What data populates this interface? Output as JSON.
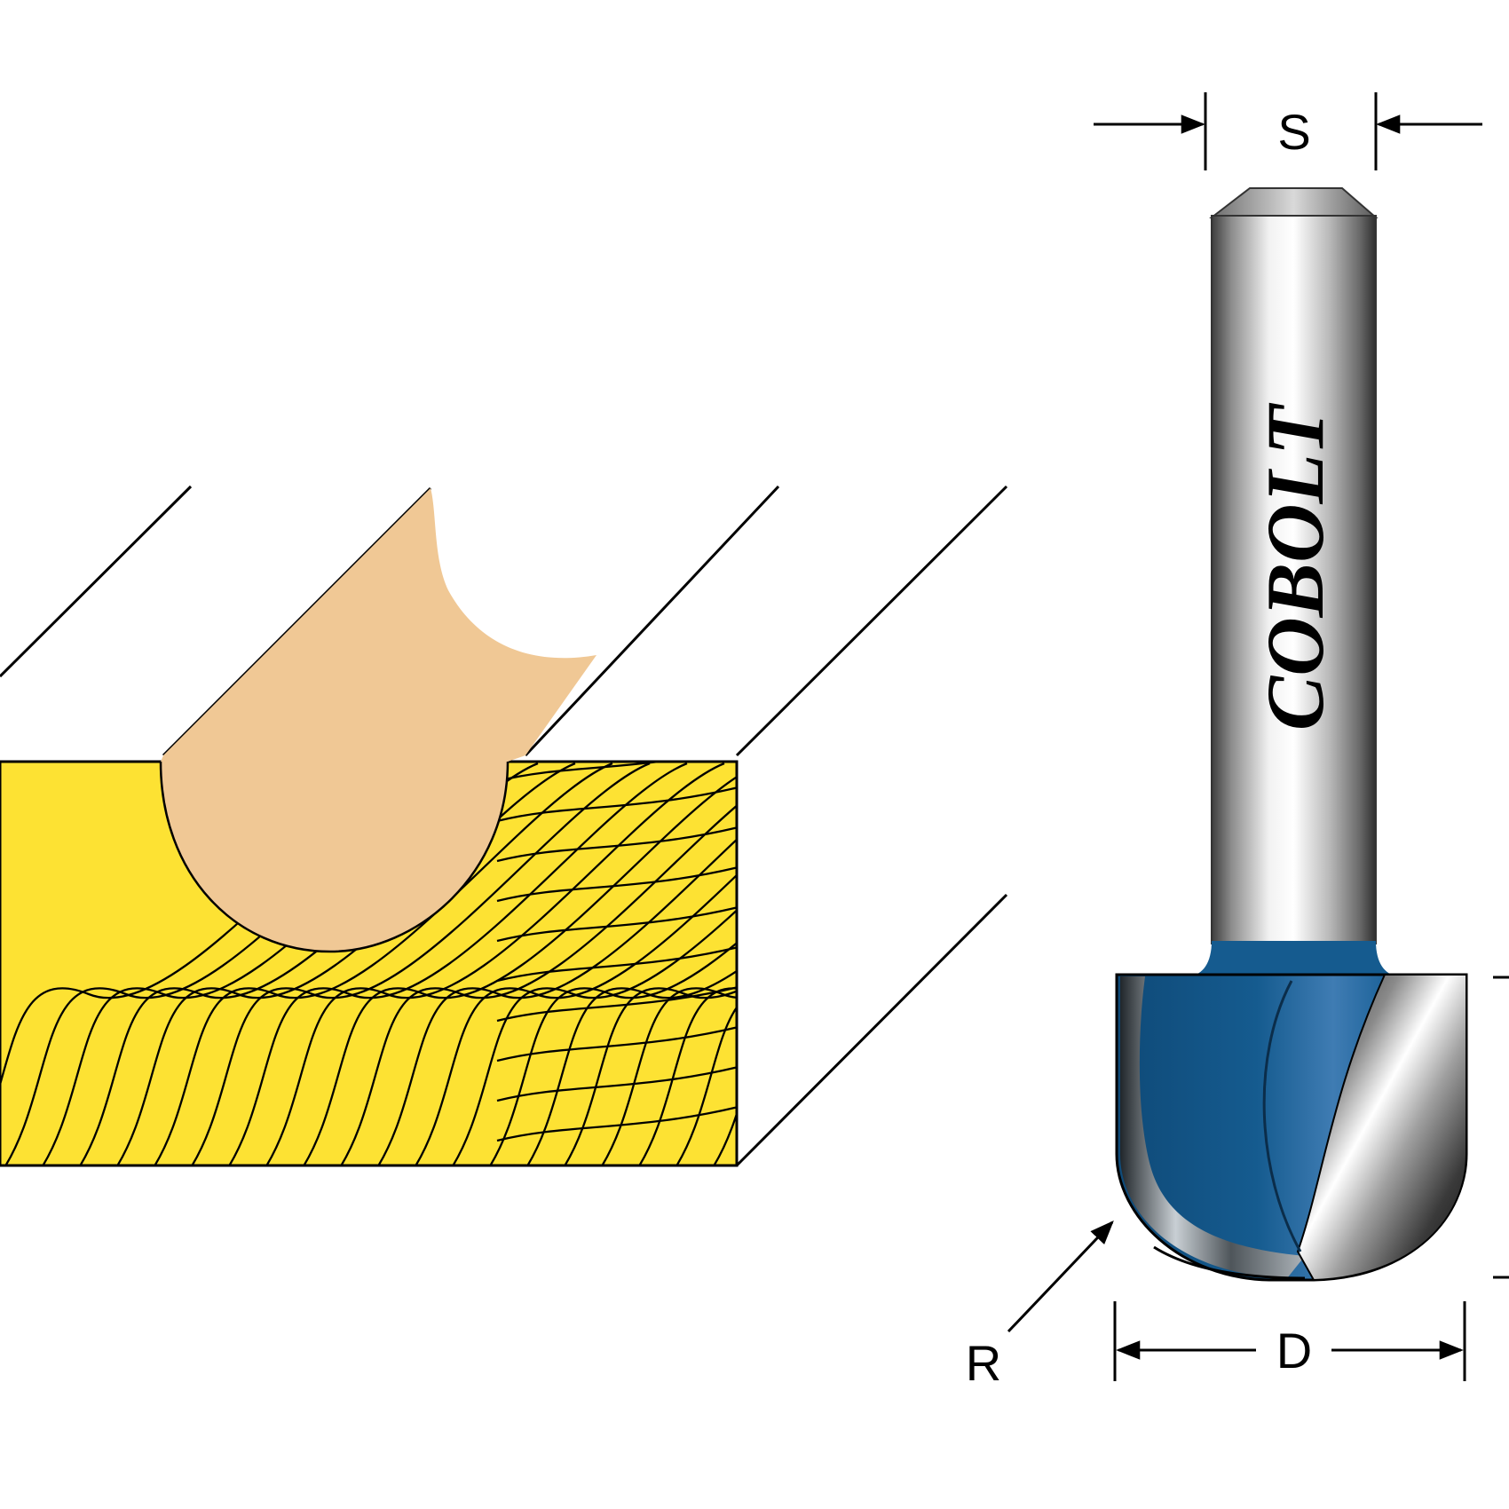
{
  "brand": {
    "name": "COBOLT"
  },
  "dimensions": {
    "shank": "S",
    "radius": "R",
    "diameter": "D"
  },
  "colors": {
    "wood_face": "#fde233",
    "groove_profile": "#f0c895",
    "cutter_blue": "#155b8f",
    "outline": "#000000",
    "background": "#ffffff"
  },
  "icons": {
    "router_bit": "router-bit-icon",
    "wood_grain": "wood-grain-icon"
  }
}
